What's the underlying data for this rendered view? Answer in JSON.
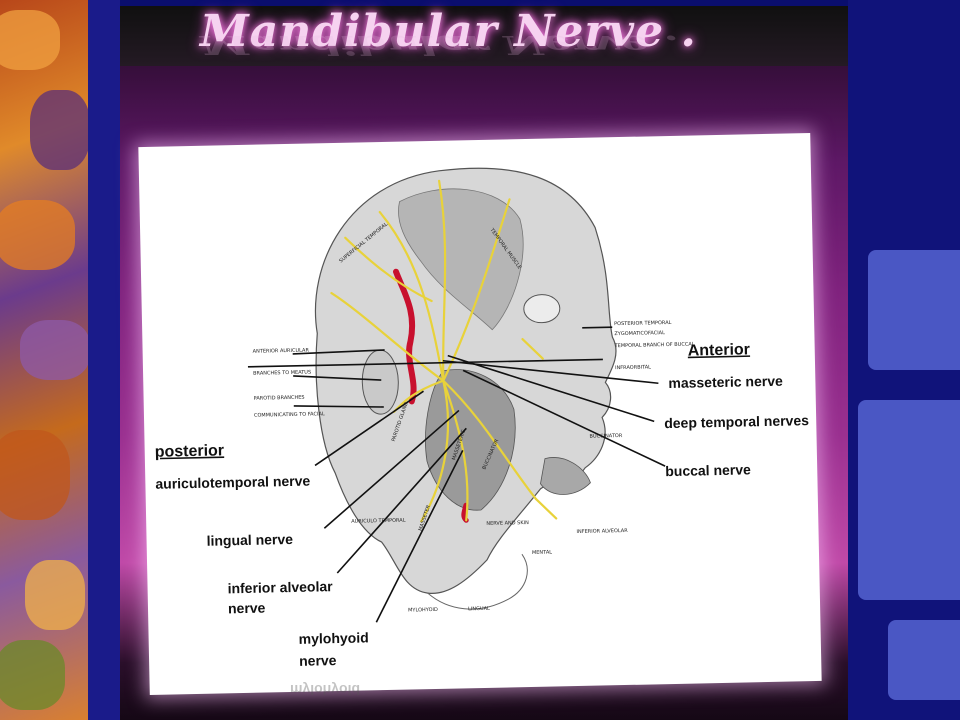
{
  "slide": {
    "title": "Mandibular Nerve ."
  },
  "figure": {
    "anatomy_labels": {
      "superficial_temporal": "SUPERFICIAL TEMPORAL",
      "temporal_muscle": "TEMPORAL MUSCLE",
      "anterior_auricular": "ANTERIOR AURICULAR",
      "branches_to_meatus": "BRANCHES TO MEATUS",
      "parotid_branches": "PAROTID BRANCHES",
      "communicating_to_facial": "COMMUNICATING TO FACIAL",
      "parotid_gland": "PAROTID GLAND",
      "posterior_temporal": "POSTERIOR TEMPORAL",
      "zygomaticofacial": "ZYGOMATICOFACIAL",
      "temporal_branch_of_buccal": "TEMPORAL BRANCH OF BUCCAL",
      "infraorbital": "INFRAORBITAL",
      "buccinator": "BUCCINATOR",
      "buccinator_muscle": "BUCCINATOR",
      "masseter": "MASSETER",
      "masseteric": "MASSETERIC",
      "auriculo_temporal": "AURICULO TEMPORAL",
      "nerve_and_skin": "NERVE AND SKIN",
      "inferior_alveolar": "INFERIOR ALVEOLAR",
      "mental": "MENTAL",
      "mylohyoid": "MYLOHYOID",
      "lingual": "LINGUAL"
    },
    "headings": {
      "posterior": "posterior",
      "anterior": "Anterior"
    },
    "callouts": {
      "masseteric_nerve": "masseteric nerve",
      "deep_temporal_nerves": "deep temporal nerves",
      "buccal_nerve": "buccal nerve",
      "auriculotemporal_nerve": "auriculotemporal nerve",
      "lingual_nerve": "lingual nerve",
      "inferior_alveolar_line1": "inferior alveolar",
      "inferior_alveolar_line2": "nerve",
      "mylohyoid_line1": "mylohyoid",
      "mylohyoid_line2": "nerve"
    }
  },
  "colors": {
    "nerve": "#e8d23a",
    "artery": "#c8102e",
    "slide_accent": "#9a3090"
  }
}
